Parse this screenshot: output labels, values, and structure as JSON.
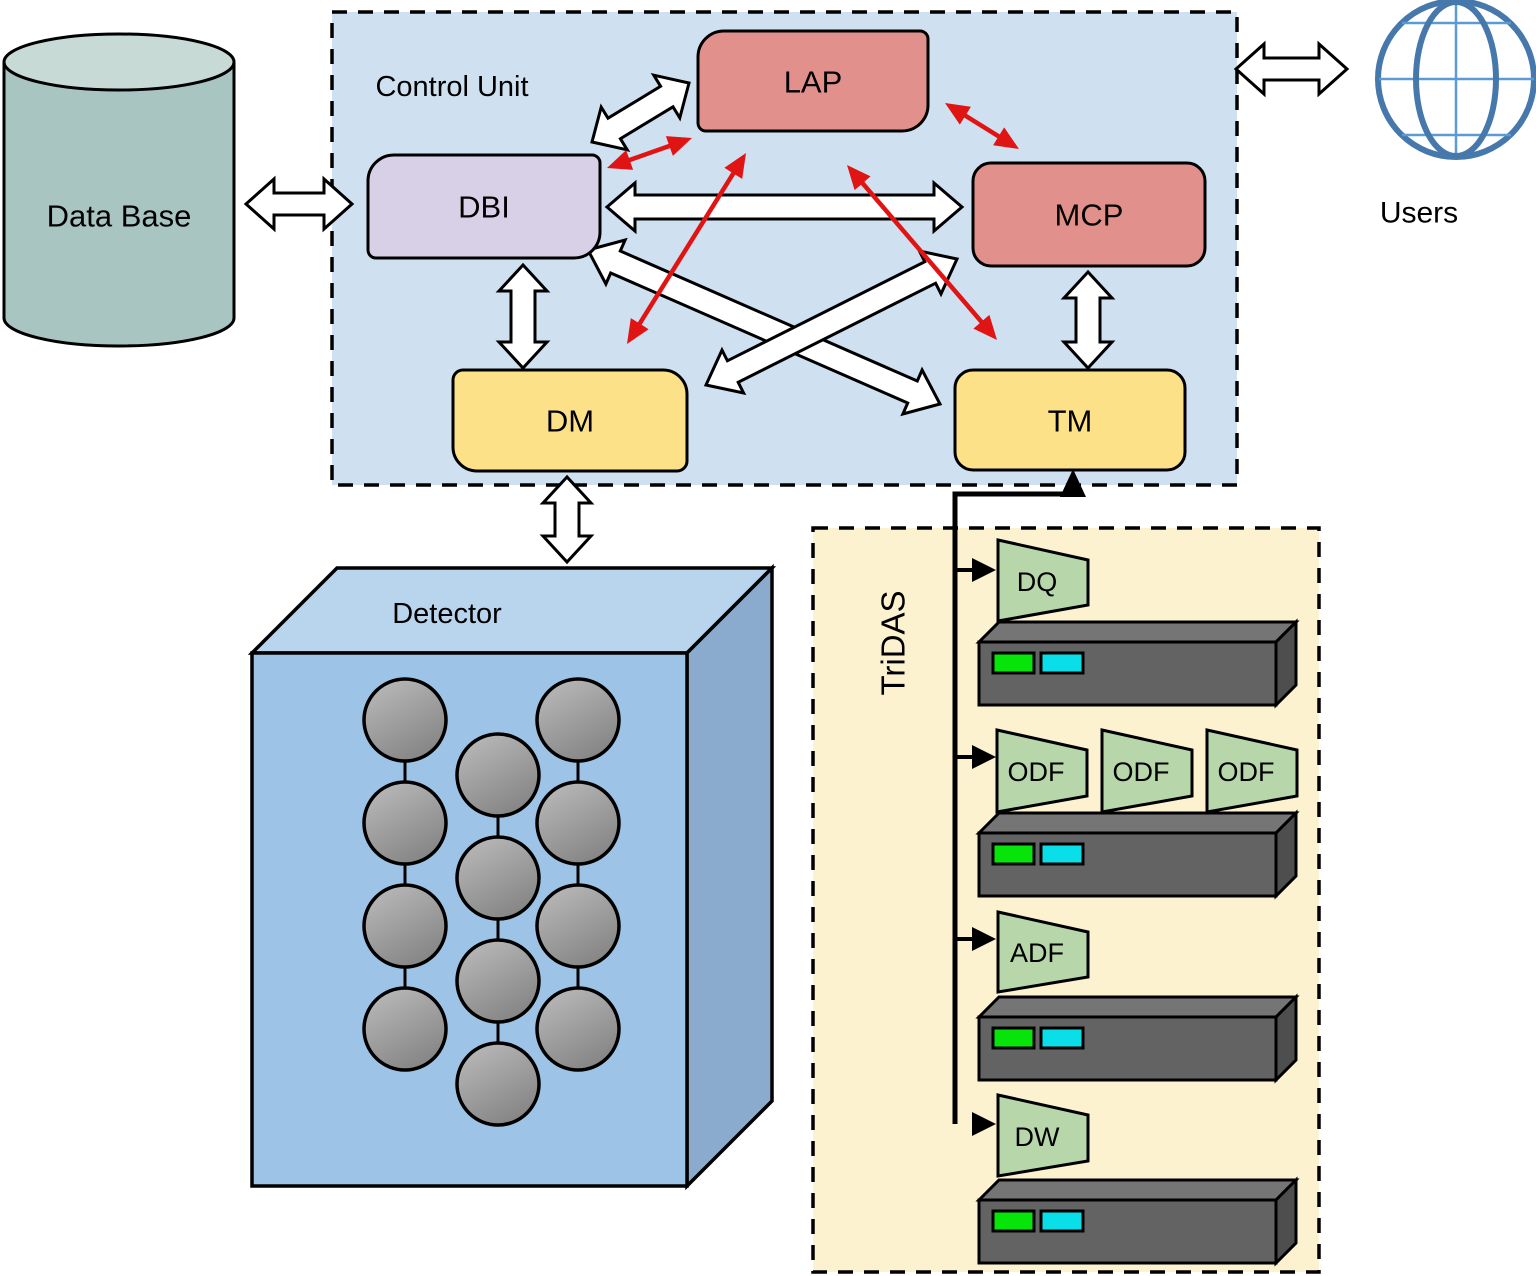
{
  "control_unit": {
    "label": "Control Unit",
    "nodes": {
      "lap": "LAP",
      "dbi": "DBI",
      "mcp": "MCP",
      "dm": "DM",
      "tm": "TM"
    }
  },
  "external": {
    "database": "Data Base",
    "users": "Users"
  },
  "detector": {
    "label": "Detector",
    "strings": 3,
    "modules_per_string": 4
  },
  "tridas": {
    "label": "TriDAS",
    "rows": [
      {
        "units": [
          "DQ"
        ]
      },
      {
        "units": [
          "ODF",
          "ODF",
          "ODF"
        ]
      },
      {
        "units": [
          "ADF"
        ]
      },
      {
        "units": [
          "DW"
        ]
      }
    ]
  },
  "colors": {
    "control_unit_bg": "#cfe0f1",
    "tridas_bg": "#fcf2d0",
    "node_red": "#e2908c",
    "node_lavender": "#d7d0e7",
    "node_yellow": "#fce188",
    "trapezoid_green": "#b7d6aa",
    "server_gray": "#636363",
    "led_green": "#06e40a",
    "led_cyan": "#0adee8",
    "detector_blue": "#9dc3e6",
    "database_teal": "#a8c5c1",
    "globe_blue": "#4678ac",
    "arrow_red": "#e11414",
    "arrow_white": "#ffffff"
  }
}
